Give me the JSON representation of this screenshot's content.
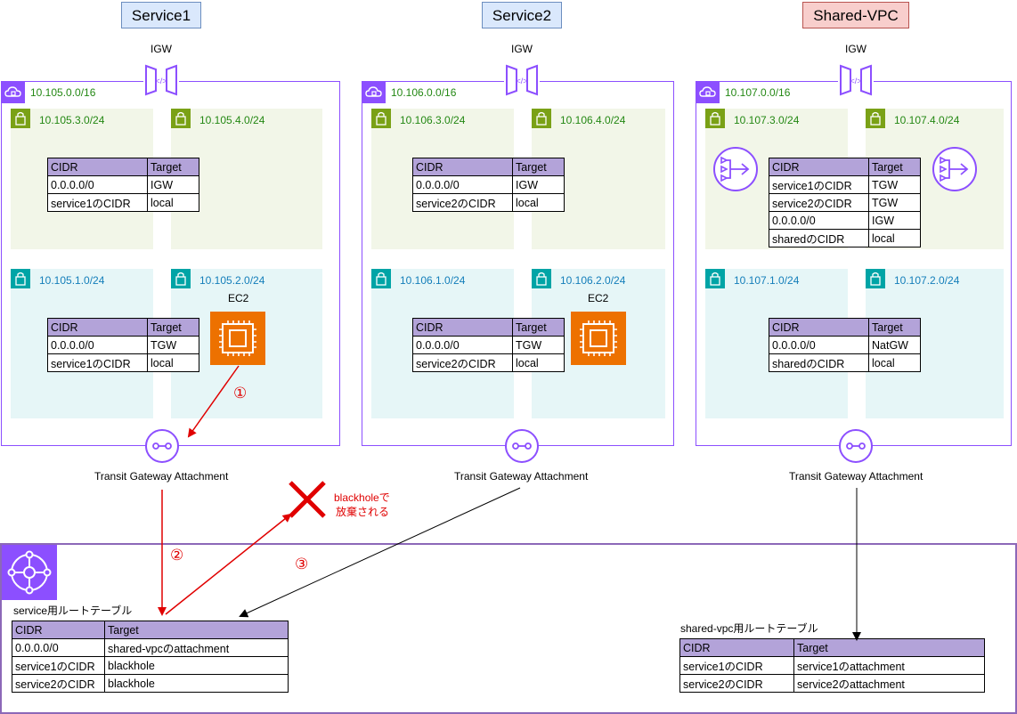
{
  "services": [
    {
      "title": "Service1",
      "igw_label": "IGW",
      "vpc_cidr": "10.105.0.0/16",
      "subnets": [
        "10.105.3.0/24",
        "10.105.4.0/24",
        "10.105.1.0/24",
        "10.105.2.0/24"
      ],
      "public_rt": {
        "headers": [
          "CIDR",
          "Target"
        ],
        "rows": [
          [
            "0.0.0.0/0",
            "IGW"
          ],
          [
            "service1のCIDR",
            "local"
          ]
        ]
      },
      "private_rt": {
        "headers": [
          "CIDR",
          "Target"
        ],
        "rows": [
          [
            "0.0.0.0/0",
            "TGW"
          ],
          [
            "service1のCIDR",
            "local"
          ]
        ]
      },
      "ec2_label": "EC2",
      "attachment_label": "Transit Gateway Attachment"
    },
    {
      "title": "Service2",
      "igw_label": "IGW",
      "vpc_cidr": "10.106.0.0/16",
      "subnets": [
        "10.106.3.0/24",
        "10.106.4.0/24",
        "10.106.1.0/24",
        "10.106.2.0/24"
      ],
      "public_rt": {
        "headers": [
          "CIDR",
          "Target"
        ],
        "rows": [
          [
            "0.0.0.0/0",
            "IGW"
          ],
          [
            "service2のCIDR",
            "local"
          ]
        ]
      },
      "private_rt": {
        "headers": [
          "CIDR",
          "Target"
        ],
        "rows": [
          [
            "0.0.0.0/0",
            "TGW"
          ],
          [
            "service2のCIDR",
            "local"
          ]
        ]
      },
      "ec2_label": "EC2",
      "attachment_label": "Transit Gateway Attachment"
    },
    {
      "title": "Shared-VPC",
      "igw_label": "IGW",
      "vpc_cidr": "10.107.0.0/16",
      "subnets": [
        "10.107.3.0/24",
        "10.107.4.0/24",
        "10.107.1.0/24",
        "10.107.2.0/24"
      ],
      "public_rt": {
        "headers": [
          "CIDR",
          "Target"
        ],
        "rows": [
          [
            "service1のCIDR",
            "TGW"
          ],
          [
            "service2のCIDR",
            "TGW"
          ],
          [
            "0.0.0.0/0",
            "IGW"
          ],
          [
            "sharedのCIDR",
            "local"
          ]
        ]
      },
      "private_rt": {
        "headers": [
          "CIDR",
          "Target"
        ],
        "rows": [
          [
            "0.0.0.0/0",
            "NatGW"
          ],
          [
            "sharedのCIDR",
            "local"
          ]
        ]
      },
      "attachment_label": "Transit Gateway Attachment"
    }
  ],
  "tgw": {
    "service_rt_title": "service用ルートテーブル",
    "service_rt": {
      "headers": [
        "CIDR",
        "Target"
      ],
      "rows": [
        [
          "0.0.0.0/0",
          "shared-vpcのattachment"
        ],
        [
          "service1のCIDR",
          "blackhole"
        ],
        [
          "service2のCIDR",
          "blackhole"
        ]
      ]
    },
    "shared_rt_title": "shared-vpc用ルートテーブル",
    "shared_rt": {
      "headers": [
        "CIDR",
        "Target"
      ],
      "rows": [
        [
          "service1のCIDR",
          "service1のattachment"
        ],
        [
          "service2のCIDR",
          "service2のattachment"
        ]
      ]
    }
  },
  "annotations": {
    "step1": "①",
    "step2": "②",
    "step3": "③",
    "blackhole_line1": "blackholeで",
    "blackhole_line2": "放棄される"
  },
  "colors": {
    "vpc_border": "#8c4fff",
    "public_subnet_bg": "#f2f6e8",
    "private_subnet_bg": "#e6f6f7",
    "table_header": "#b3a3d9",
    "ec2": "#ed7100",
    "red": "#e00000",
    "service_title_bg": "#dae8fc",
    "shared_title_bg": "#f8cecc"
  }
}
